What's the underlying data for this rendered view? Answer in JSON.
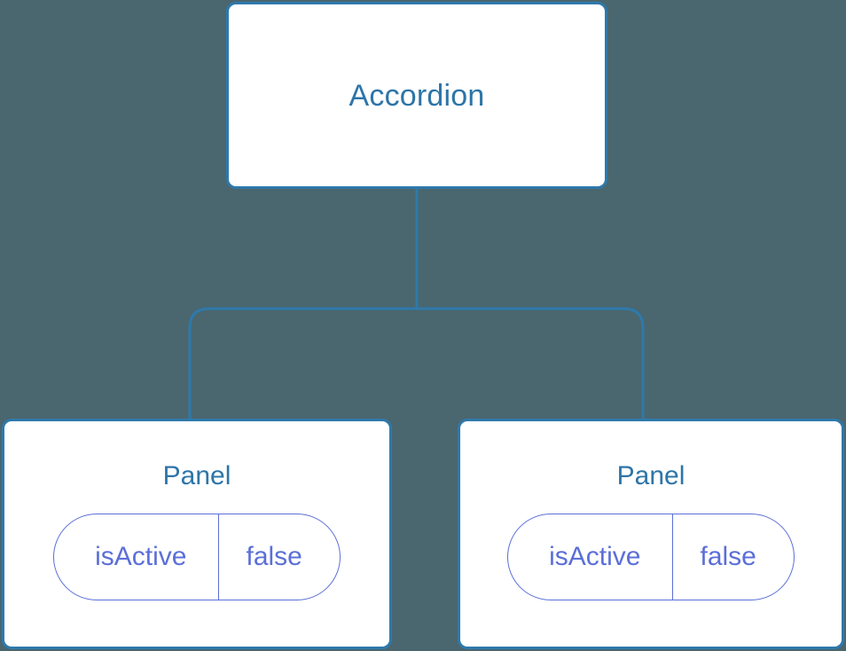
{
  "canvas": {
    "background_color": "#4a666f",
    "node_fill_color": "#ffffff",
    "node_border_color": "#2e79ab",
    "title_text_color": "#2d75a8",
    "state_accent_color": "#5b6fd8",
    "connector_color": "#2e79ab"
  },
  "tree": {
    "root": {
      "title": "Accordion"
    },
    "children": [
      {
        "title": "Panel",
        "state": {
          "key": "isActive",
          "value": "false"
        }
      },
      {
        "title": "Panel",
        "state": {
          "key": "isActive",
          "value": "false"
        }
      }
    ]
  }
}
